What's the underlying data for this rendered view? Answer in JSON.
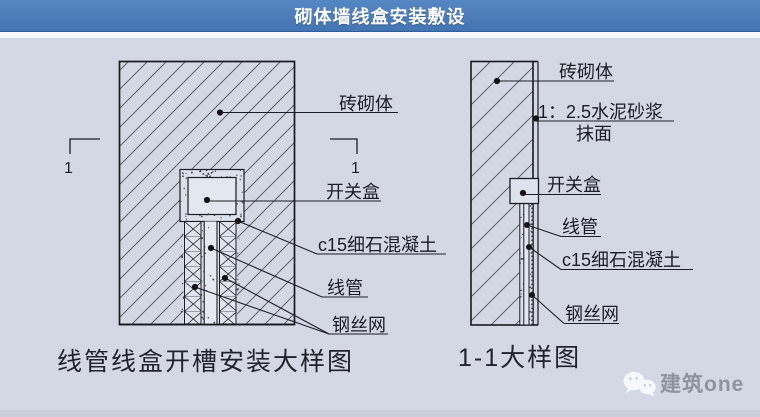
{
  "header": {
    "title": "砌体墙线盒安装敷设"
  },
  "left_detail": {
    "caption": "线管线盒开槽安装大样图",
    "section_marker": "1",
    "labels": {
      "brick": "砖砌体",
      "switch_box": "开关盒",
      "concrete": "c15细石混凝土",
      "conduit": "线管",
      "wire_mesh": "钢丝网"
    }
  },
  "right_detail": {
    "caption": "1-1大样图",
    "labels": {
      "brick": "砖砌体",
      "mortar_line1": "1：2.5水泥砂浆",
      "mortar_line2": "抹面",
      "switch_box": "开关盒",
      "conduit": "线管",
      "concrete": "c15细石混凝土",
      "wire_mesh": "钢丝网"
    }
  },
  "watermark": {
    "brand": "建筑one",
    "icon": "wechat-icon"
  },
  "colors": {
    "header_bg": "#4c7db9",
    "canvas_bg": "#d3d8e4",
    "line": "#1b1b22",
    "watermark_text": "#8f939e"
  }
}
